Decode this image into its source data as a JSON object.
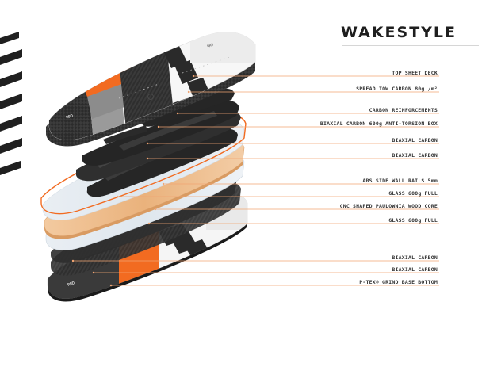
{
  "title": "WAKESTYLE",
  "layers": [
    {
      "label": "TOP SHEET DECK"
    },
    {
      "label": "SPREAD TOW CARBON 80g /m²"
    },
    {
      "label": "CARBON REINFORCEMENTS"
    },
    {
      "label": "BIAXIAL CARBON 600g ANTI-TORSION BOX"
    },
    {
      "label": "BIAXIAL CARBON"
    },
    {
      "label": "BIAXIAL CARBON"
    },
    {
      "label": "ABS SIDE WALL RAILS 5mm"
    },
    {
      "label": "GLASS 600g FULL"
    },
    {
      "label": "CNC SHAPED PAULOWNIA WOOD CORE"
    },
    {
      "label": "GLASS 600g FULL"
    },
    {
      "label": "BIAXIAL CARBON"
    },
    {
      "label": "BIAXIAL CARBON"
    },
    {
      "label": "P-TEX® GRIND BASE BOTTOM"
    }
  ],
  "colors": {
    "accent": "#f26b21",
    "leader_line": "#f0a472",
    "dark": "#232323",
    "wood": "#efc08e",
    "glass": "#dde6ee"
  }
}
